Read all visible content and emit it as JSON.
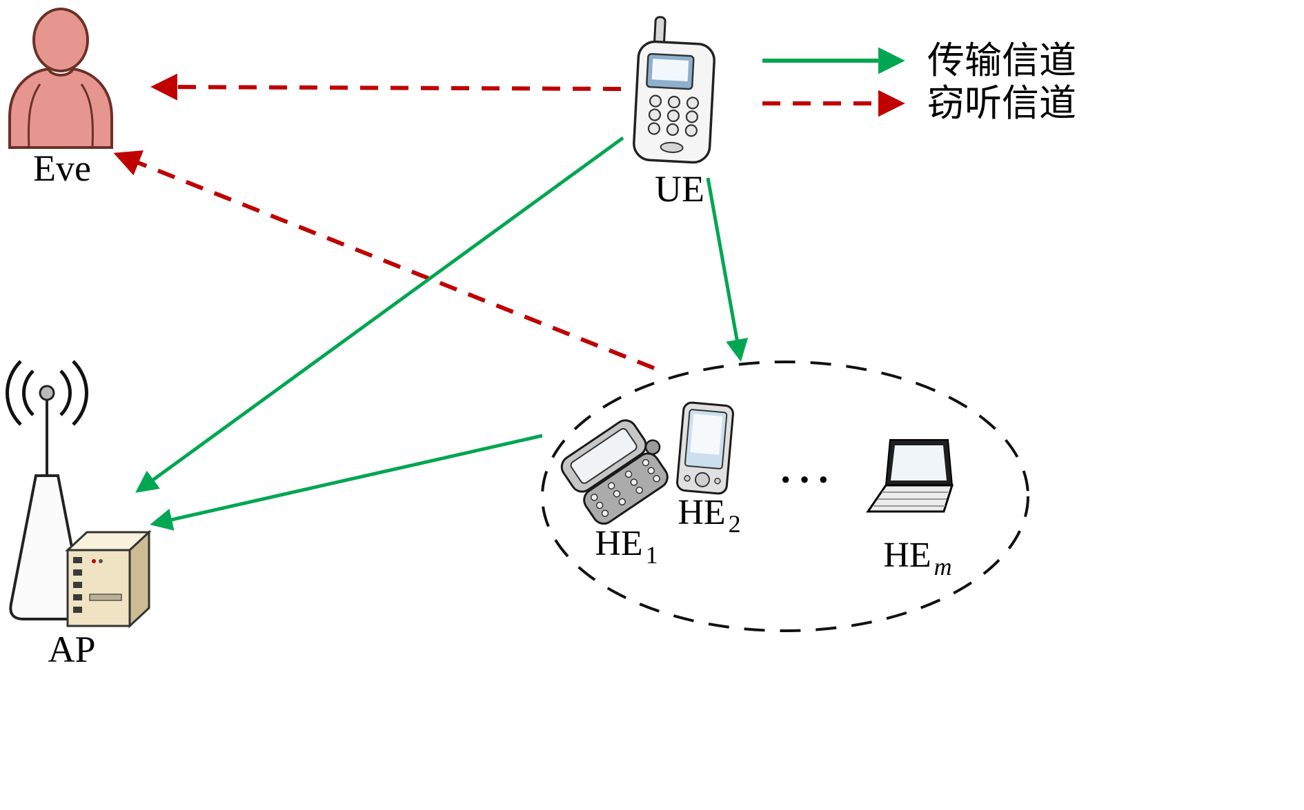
{
  "diagram": {
    "nodes": {
      "eve": {
        "label": "Eve"
      },
      "ue": {
        "label": "UE"
      },
      "ap": {
        "label": "AP"
      },
      "he1": {
        "label": "HE",
        "sub": "1"
      },
      "he2": {
        "label": "HE",
        "sub": "2"
      },
      "hem": {
        "label": "HE",
        "sub": "m"
      },
      "ellipsis": "···"
    },
    "legend": {
      "transmission_label": "传输信道",
      "eavesdrop_label": "窃听信道"
    },
    "colors": {
      "transmission": "#00a651",
      "eavesdrop": "#c00000"
    }
  }
}
